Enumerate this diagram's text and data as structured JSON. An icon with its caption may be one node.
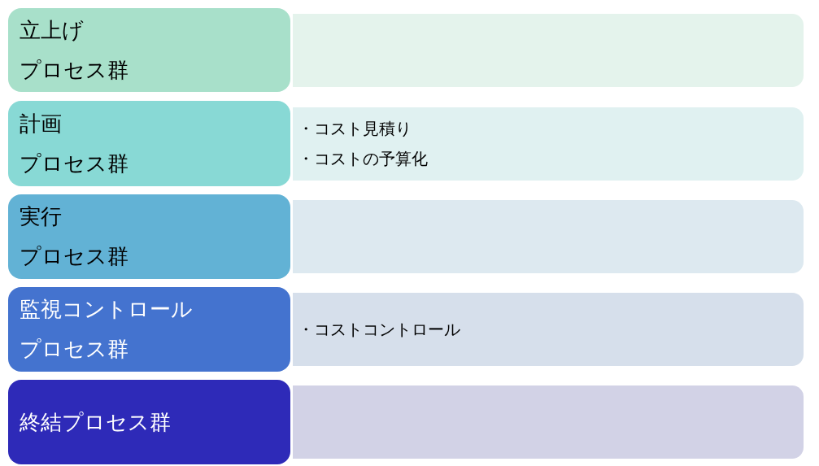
{
  "diagram": {
    "nodes": [
      {
        "text": [
          "立上げプロセス群"
        ]
      },
      {
        "text": [],
        "shape": "box"
      },
      {
        "text": [
          "計画プロセス群"
        ]
      },
      {
        "text": [
          "・コスト見積り",
          "・コストの予算化"
        ]
      },
      {
        "text": [
          "実行プロセス群"
        ]
      },
      {
        "text": [],
        "shape": "box"
      },
      {
        "text": [
          "監視コントロールプロセス群"
        ]
      },
      {
        "text": [
          "・コストコントロール"
        ]
      },
      {
        "text": [
          "終結プロセス群"
        ]
      },
      {
        "text": [],
        "shape": "box"
      }
    ]
  }
}
